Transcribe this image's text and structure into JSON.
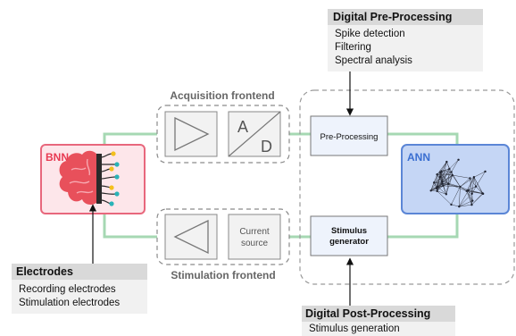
{
  "digital_pre_processing": {
    "title": "Digital Pre-Processing",
    "items": [
      "Spike detection",
      "Filtering",
      "Spectral analysis"
    ]
  },
  "digital_post_processing": {
    "title": "Digital Post-Processing",
    "items": [
      "Stimulus generation"
    ]
  },
  "electrodes": {
    "title": "Electrodes",
    "items": [
      "Recording electrodes",
      "Stimulation electrodes"
    ]
  },
  "acquisition_frontend": {
    "label": "Acquisition frontend"
  },
  "stimulation_frontend": {
    "label": "Stimulation frontend"
  },
  "bnn": {
    "label": "BNN"
  },
  "ann": {
    "label": "ANN"
  },
  "ad_converter": {
    "top": "A",
    "bottom": "D"
  },
  "current_source": {
    "line1": "Current",
    "line2": "source"
  },
  "pre_processing_block": {
    "label": "Pre-Processing"
  },
  "stimulus_generator_block": {
    "line1": "Stimulus",
    "line2": "generator"
  },
  "colors": {
    "bnn_border": "#e8677c",
    "bnn_fill": "#fde6ea",
    "bnn_label": "#e83a52",
    "ann_border": "#5b86d6",
    "ann_fill": "#c5d6f5",
    "ann_label": "#3a6fd1",
    "signal_line": "#a6d8b3",
    "digital_fill": "#eef3fc",
    "brain": "#e8505b",
    "electrode_yellow": "#f3c01e",
    "electrode_teal": "#2ab3b8"
  }
}
